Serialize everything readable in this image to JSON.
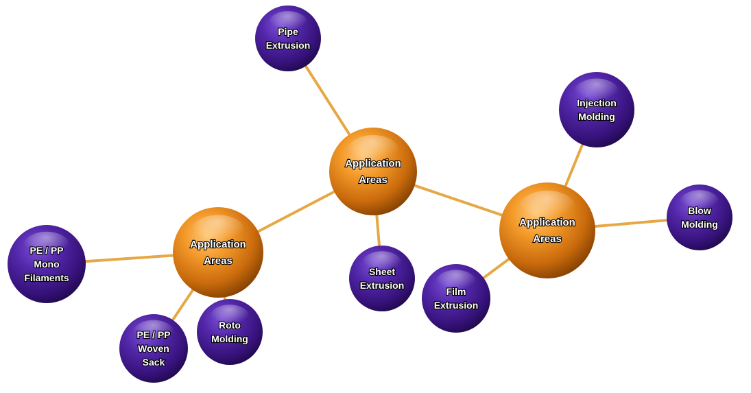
{
  "diagram": {
    "hubs": [
      {
        "id": "hub-center",
        "lines": [
          "Application",
          "Areas"
        ]
      },
      {
        "id": "hub-left",
        "lines": [
          "Application",
          "Areas"
        ]
      },
      {
        "id": "hub-right",
        "lines": [
          "Application",
          "Areas"
        ]
      }
    ],
    "leaves": [
      {
        "id": "pipe-extrusion",
        "lines": [
          "Pipe",
          "Extrusion"
        ]
      },
      {
        "id": "sheet-extrusion",
        "lines": [
          "Sheet",
          "Extrusion"
        ]
      },
      {
        "id": "pe-pp-mono-filaments",
        "lines": [
          "PE / PP",
          "Mono",
          "Filaments"
        ]
      },
      {
        "id": "pe-pp-woven-sack",
        "lines": [
          "PE / PP",
          "Woven",
          "Sack"
        ]
      },
      {
        "id": "roto-molding",
        "lines": [
          "Roto",
          "Molding"
        ]
      },
      {
        "id": "injection-molding",
        "lines": [
          "Injection",
          "Molding"
        ]
      },
      {
        "id": "blow-molding",
        "lines": [
          "Blow",
          "Molding"
        ]
      },
      {
        "id": "film-extrusion",
        "lines": [
          "Film",
          "Extrusion"
        ]
      }
    ],
    "edges": [
      [
        "hub-center",
        "hub-left"
      ],
      [
        "hub-center",
        "hub-right"
      ],
      [
        "hub-center",
        "pipe-extrusion"
      ],
      [
        "hub-center",
        "sheet-extrusion"
      ],
      [
        "hub-left",
        "pe-pp-mono-filaments"
      ],
      [
        "hub-left",
        "pe-pp-woven-sack"
      ],
      [
        "hub-left",
        "roto-molding"
      ],
      [
        "hub-right",
        "injection-molding"
      ],
      [
        "hub-right",
        "blow-molding"
      ],
      [
        "hub-right",
        "film-extrusion"
      ]
    ],
    "colors": {
      "hub": "#e08a1c",
      "leaf": "#4a1a99",
      "connector": "#e6a845"
    }
  }
}
